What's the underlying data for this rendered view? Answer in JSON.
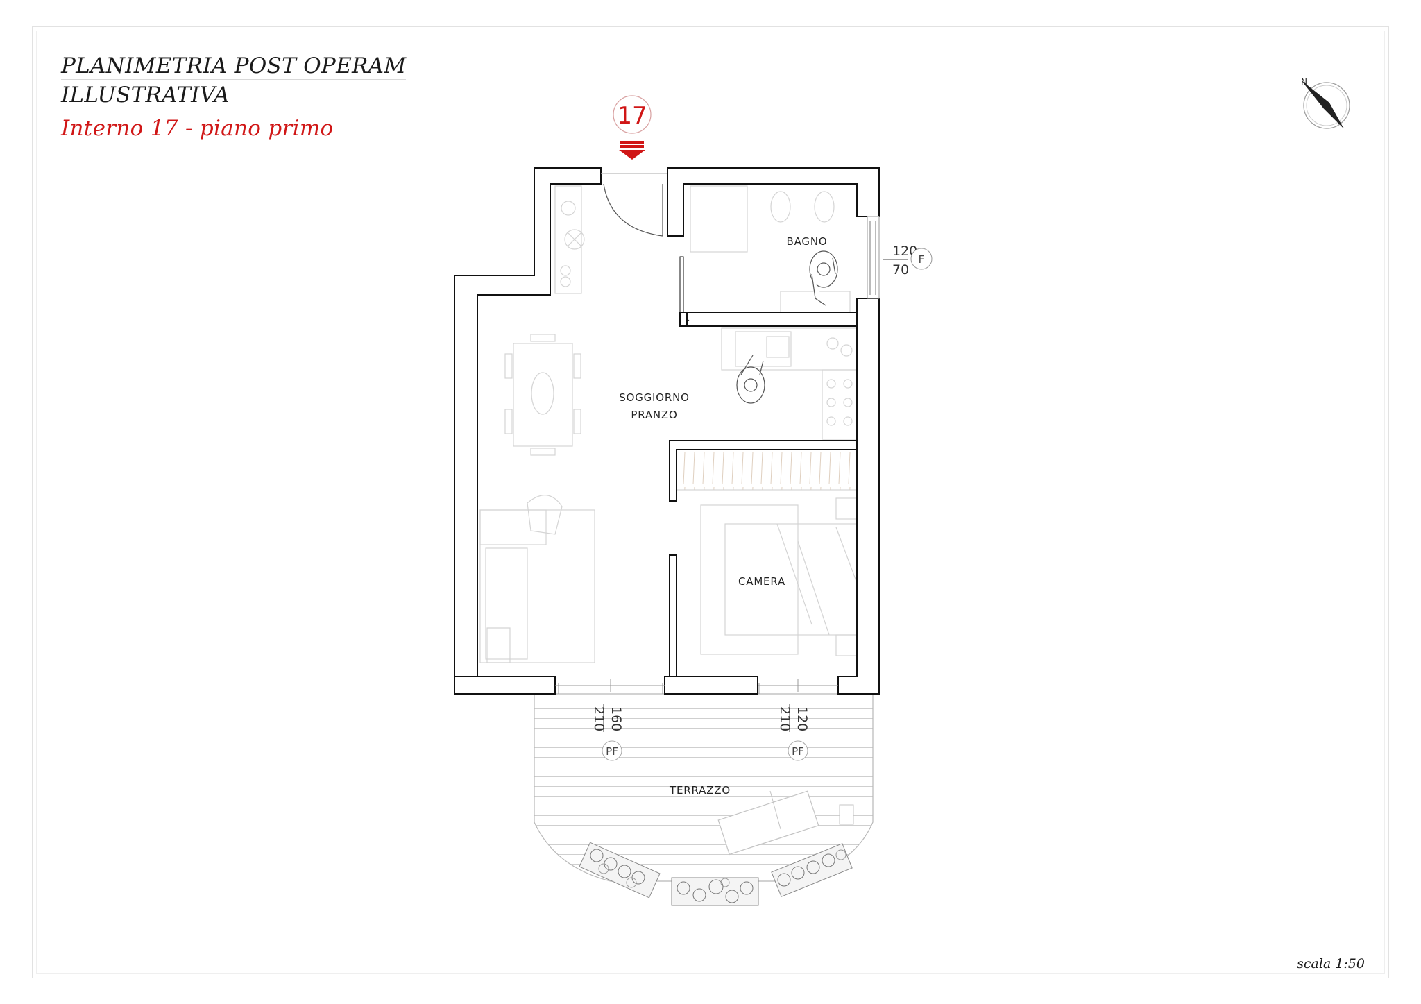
{
  "header": {
    "title_line1": "PLANIMETRIA POST OPERAM",
    "title_line2": "ILLUSTRATIVA",
    "subtitle": "Interno 17 - piano primo"
  },
  "entrance_marker": {
    "label": "17",
    "color": "#d01616"
  },
  "compass": {
    "label": "N"
  },
  "rooms": {
    "bagno": "BAGNO",
    "soggiorno_line1": "SOGGIORNO",
    "soggiorno_line2": "PRANZO",
    "camera": "CAMERA",
    "terrazzo": "TERRAZZO"
  },
  "window_bagno": {
    "width": "120",
    "height": "70",
    "tag": "F"
  },
  "door_window_left": {
    "width": "160",
    "height": "210",
    "tag": "PF"
  },
  "door_window_right": {
    "width": "120",
    "height": "210",
    "tag": "PF"
  },
  "scale": "scala 1:50",
  "colors": {
    "accent": "#d01616",
    "wall_fill": "#ffffff",
    "wall_line": "#111111",
    "furniture": "#cfcfcf"
  }
}
